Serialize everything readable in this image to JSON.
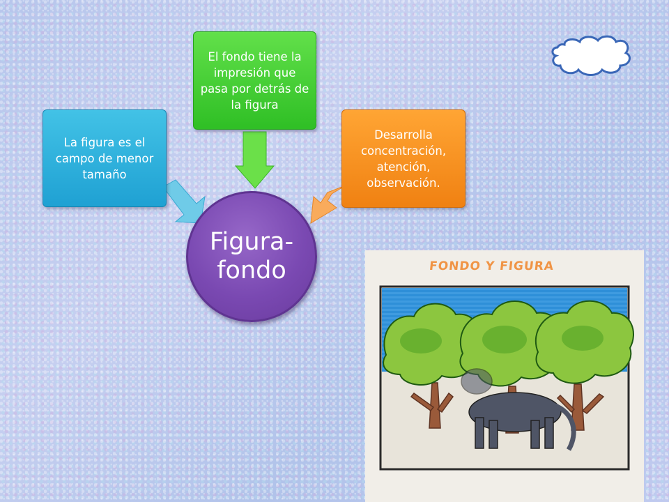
{
  "diagram": {
    "center": "Figura-\nfondo",
    "nodes": {
      "left": "La figura es el campo de menor tamaño",
      "top": "El fondo tiene la impresión que pasa por detrás de la figura",
      "right": "Desarrolla concentración, atención, observación."
    }
  },
  "illustration": {
    "title": "FONDO Y FIGURA"
  },
  "colors": {
    "left_node": "#29aee0",
    "top_node": "#3fcf33",
    "right_node": "#f68c1f",
    "center_node": "#7a49b2"
  }
}
